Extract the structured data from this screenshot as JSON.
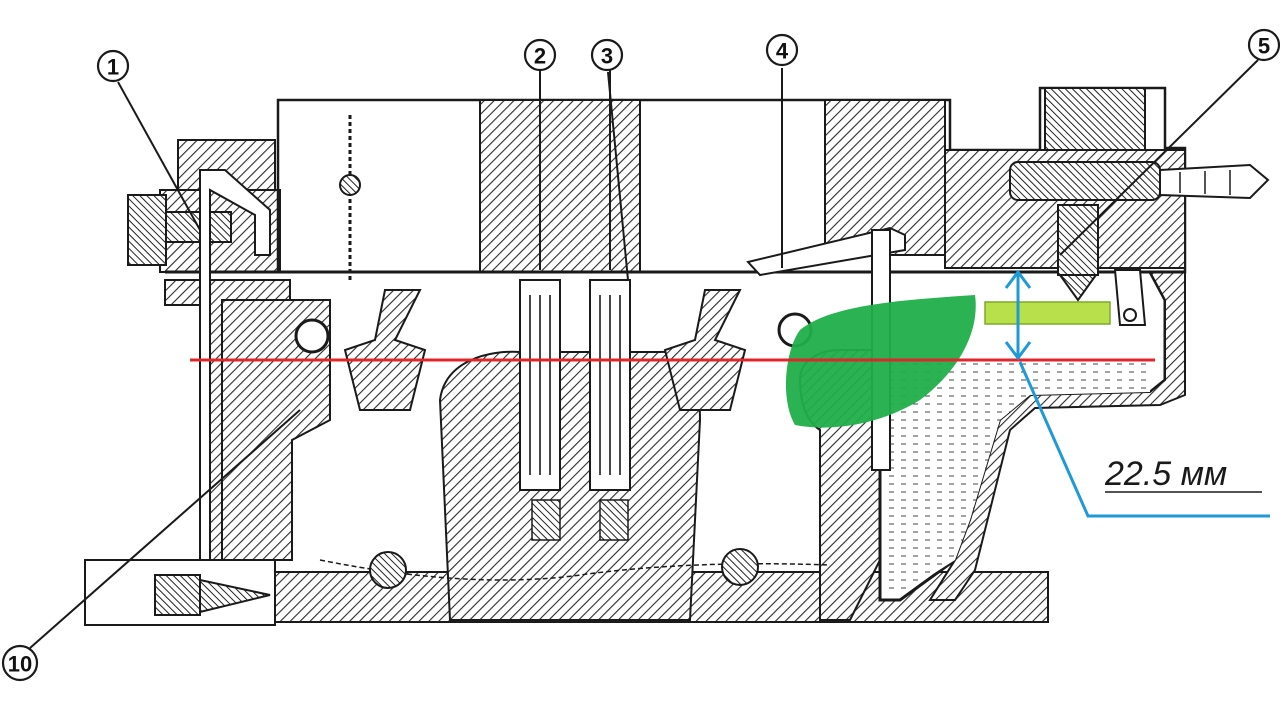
{
  "callouts": [
    {
      "id": "1",
      "label": "1"
    },
    {
      "id": "2",
      "label": "2"
    },
    {
      "id": "3",
      "label": "3"
    },
    {
      "id": "4",
      "label": "4"
    },
    {
      "id": "5",
      "label": "5"
    },
    {
      "id": "10",
      "label": "10"
    }
  ],
  "dimension": {
    "label": "22.5 мм"
  },
  "colors": {
    "ink": "#1a1a1a",
    "hatch": "#2b2b2b",
    "fuel_green": "#1fae4a",
    "float_yellow": "#b8e04a",
    "level_line": "#e0262b",
    "dimension_line": "#1e9ad6"
  }
}
